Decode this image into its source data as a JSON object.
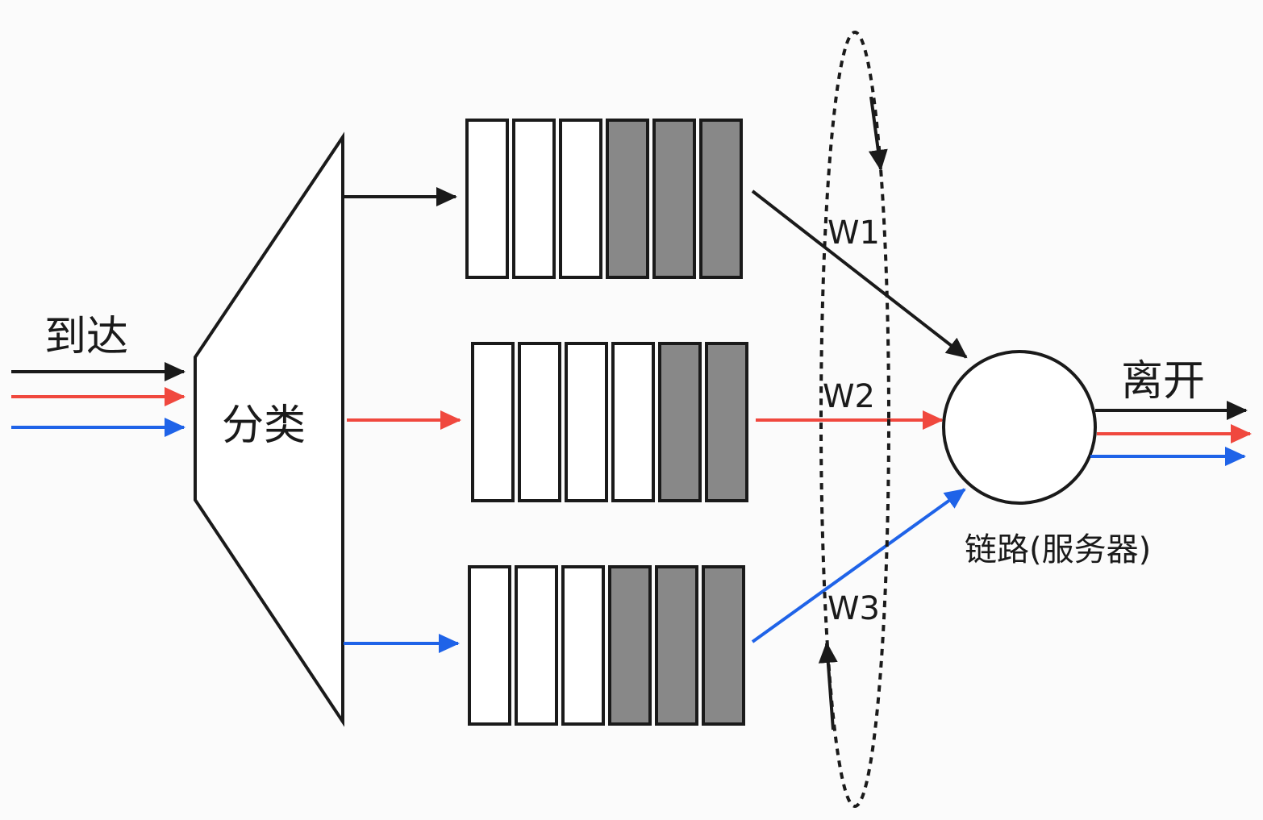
{
  "labels": {
    "arrival": "到达",
    "classifier": "分类",
    "departure": "离开",
    "server": "链路(服务器)",
    "weights": [
      "W1",
      "W2",
      "W3"
    ]
  },
  "colors": {
    "black": "#1a1a1a",
    "red": "#f0483e",
    "blue": "#1f63e8",
    "empty_slot": "#ffffff",
    "filled_slot": "#888888"
  },
  "queues": [
    {
      "name": "queue-1",
      "color": "black",
      "slots": 6,
      "filled": 3
    },
    {
      "name": "queue-2",
      "color": "red",
      "slots": 6,
      "filled": 2
    },
    {
      "name": "queue-3",
      "color": "blue",
      "slots": 6,
      "filled": 3
    }
  ]
}
